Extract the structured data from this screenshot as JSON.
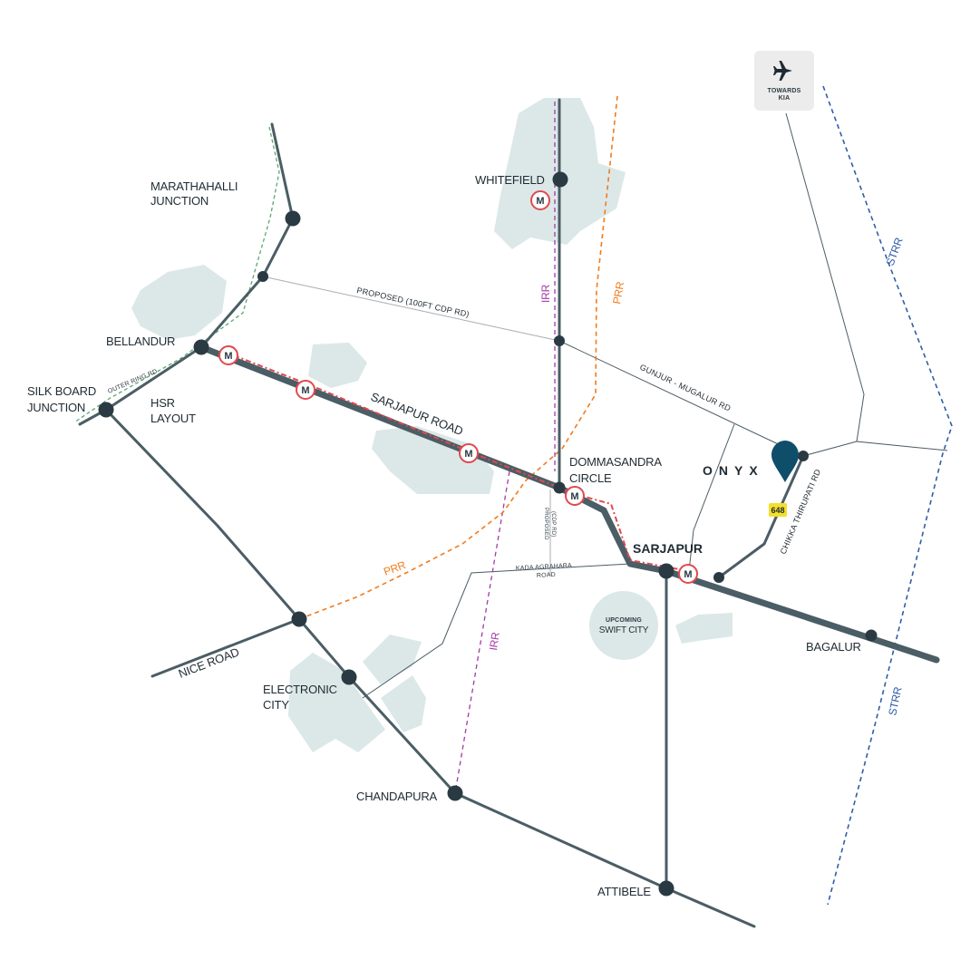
{
  "colors": {
    "road": "#4b5d65",
    "node": "#2a3a43",
    "metro_line": "#e04a4f",
    "prr": "#f07c1e",
    "irr": "#a23ba6",
    "strr": "#2f5ea8",
    "outer_ring": "#5aa96c",
    "zone": "#dce8e8",
    "brand_pin": "#0f4e6a",
    "highway_badge": "#f4df2a"
  },
  "airport": {
    "icon": "airplane-icon",
    "label_line1": "TOWARDS",
    "label_line2": "KIA"
  },
  "brand": {
    "name": "ONYX"
  },
  "places": {
    "marathahalli_1": "MARATHAHALLI",
    "marathahalli_2": "JUNCTION",
    "whitefield": "WHITEFIELD",
    "bellandur": "BELLANDUR",
    "silk_board_1": "SILK BOARD",
    "silk_board_2": "JUNCTION",
    "hsr_1": "HSR",
    "hsr_2": "LAYOUT",
    "dommasandra_1": "DOMMASANDRA",
    "dommasandra_2": "CIRCLE",
    "sarjapur": "SARJAPUR",
    "bagalur": "BAGALUR",
    "swift_city_1": "UPCOMING",
    "swift_city_2": "SWIFT CITY",
    "electronic_city_1": "ELECTRONIC",
    "electronic_city_2": "CITY",
    "chandapura": "CHANDAPURA",
    "attibele": "ATTIBELE"
  },
  "roads": {
    "proposed_cdp": "PROPOSED (100FT CDP RD)",
    "gunjur": "GUNJUR - MUGALUR RD",
    "sarjapur_road": "SARJAPUR ROAD",
    "outer_ring": "OUTER RING RD",
    "kada_1": "KADA AGRAHARA",
    "kada_2": "ROAD",
    "proposed_cdp_v1": "PROPOSED",
    "proposed_cdp_v2": "(CDP RD)",
    "chikka": "CHIKKA THIRUPATI RD",
    "nice_road": "NICE ROAD",
    "highway_number": "648"
  },
  "corridors": {
    "irr": "IRR",
    "prr": "PRR",
    "strr": "STRR"
  },
  "metro": {
    "symbol": "M"
  }
}
